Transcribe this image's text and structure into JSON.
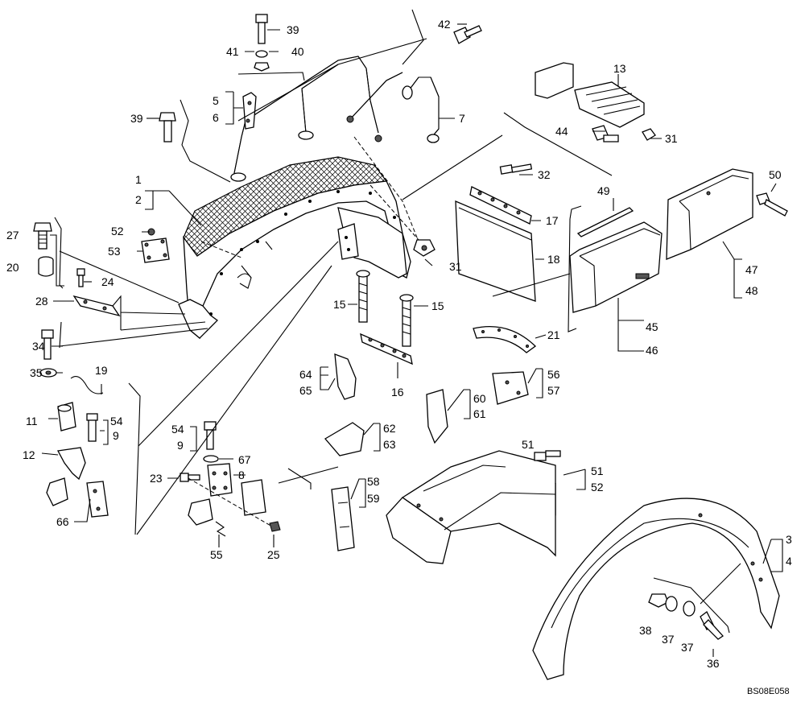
{
  "diagram": {
    "callouts": {
      "c1": "1",
      "c2": "2",
      "c3": "3",
      "c4": "4",
      "c5": "5",
      "c6": "6",
      "c7": "7",
      "c8": "8",
      "c9a": "9",
      "c9b": "9",
      "c11": "11",
      "c12": "12",
      "c13": "13",
      "c15a": "15",
      "c15b": "15",
      "c16": "16",
      "c17": "17",
      "c18": "18",
      "c19": "19",
      "c20": "20",
      "c21": "21",
      "c23": "23",
      "c24": "24",
      "c25": "25",
      "c27": "27",
      "c28": "28",
      "c31a": "31",
      "c31b": "31",
      "c32": "32",
      "c34": "34",
      "c35": "35",
      "c36": "36",
      "c37a": "37",
      "c37b": "37",
      "c38": "38",
      "c39a": "39",
      "c39b": "39",
      "c40": "40",
      "c41": "41",
      "c42": "42",
      "c44": "44",
      "c45": "45",
      "c46": "46",
      "c47": "47",
      "c48": "48",
      "c49": "49",
      "c50": "50",
      "c51a": "51",
      "c51b": "51",
      "c52a": "52",
      "c52b": "52",
      "c53": "53",
      "c54a": "54",
      "c54b": "54",
      "c55": "55",
      "c56": "56",
      "c57": "57",
      "c58": "58",
      "c59": "59",
      "c60": "60",
      "c61": "61",
      "c62": "62",
      "c63": "63",
      "c64": "64",
      "c65": "65",
      "c66": "66",
      "c67": "67"
    },
    "drawing_code": "BS08E058"
  }
}
